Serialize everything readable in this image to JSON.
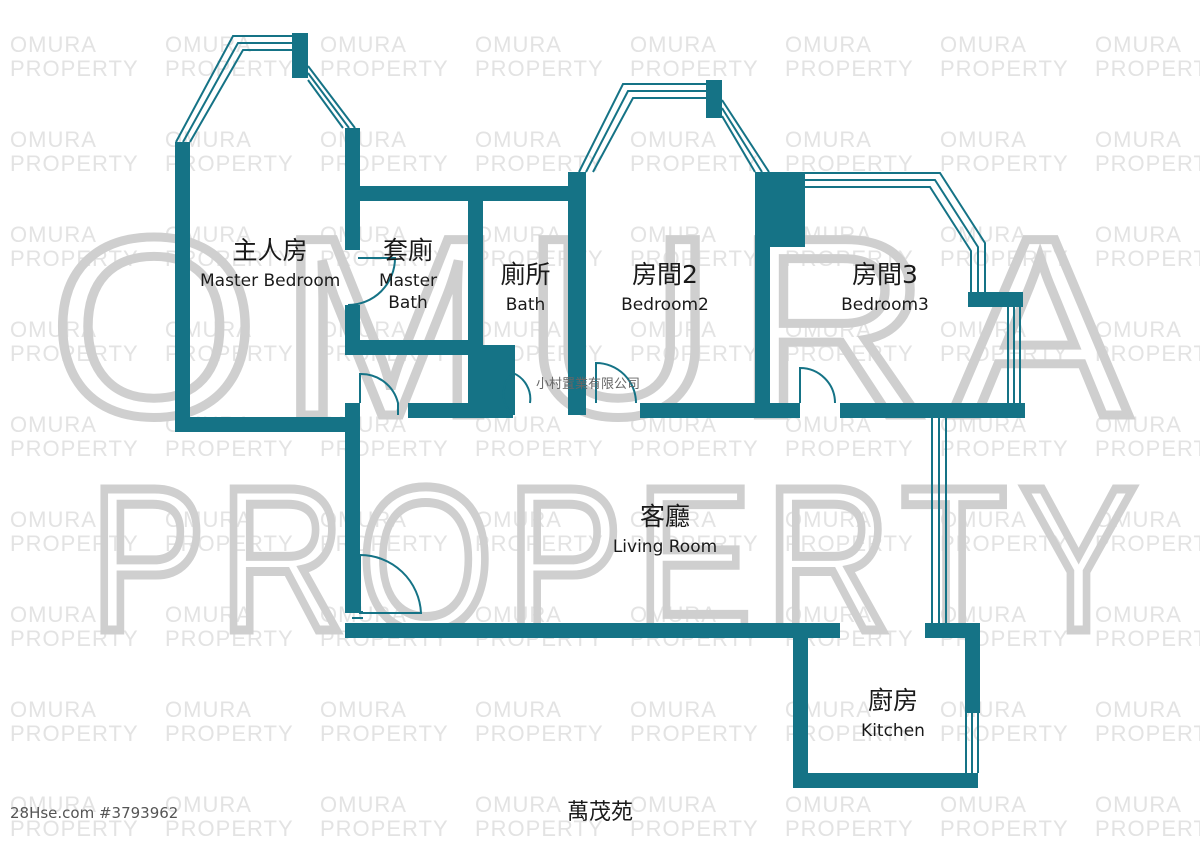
{
  "watermark": {
    "big_line1": "OMURA",
    "big_line2": "PROPERTY",
    "small_line1": "OMURA",
    "small_line2": "PROPERTY"
  },
  "rooms": {
    "master_bedroom": {
      "zh": "主人房",
      "en": "Master Bedroom"
    },
    "master_bath": {
      "zh": "套廁",
      "en1": "Master",
      "en2": "Bath"
    },
    "bath": {
      "zh": "廁所",
      "en": "Bath"
    },
    "bedroom2": {
      "zh": "房間2",
      "en": "Bedroom2"
    },
    "bedroom3": {
      "zh": "房間3",
      "en": "Bedroom3"
    },
    "living_room": {
      "zh": "客廳",
      "en": "Living Room"
    },
    "kitchen": {
      "zh": "廚房",
      "en": "Kitchen"
    }
  },
  "agency_name": "小村置業有限公司",
  "building_name": "萬茂苑",
  "listing_source": "28Hse.com #3793962",
  "colors": {
    "wall": "#157386",
    "watermark_big": "#c9c9c9",
    "watermark_small": "#e3e3e3"
  }
}
